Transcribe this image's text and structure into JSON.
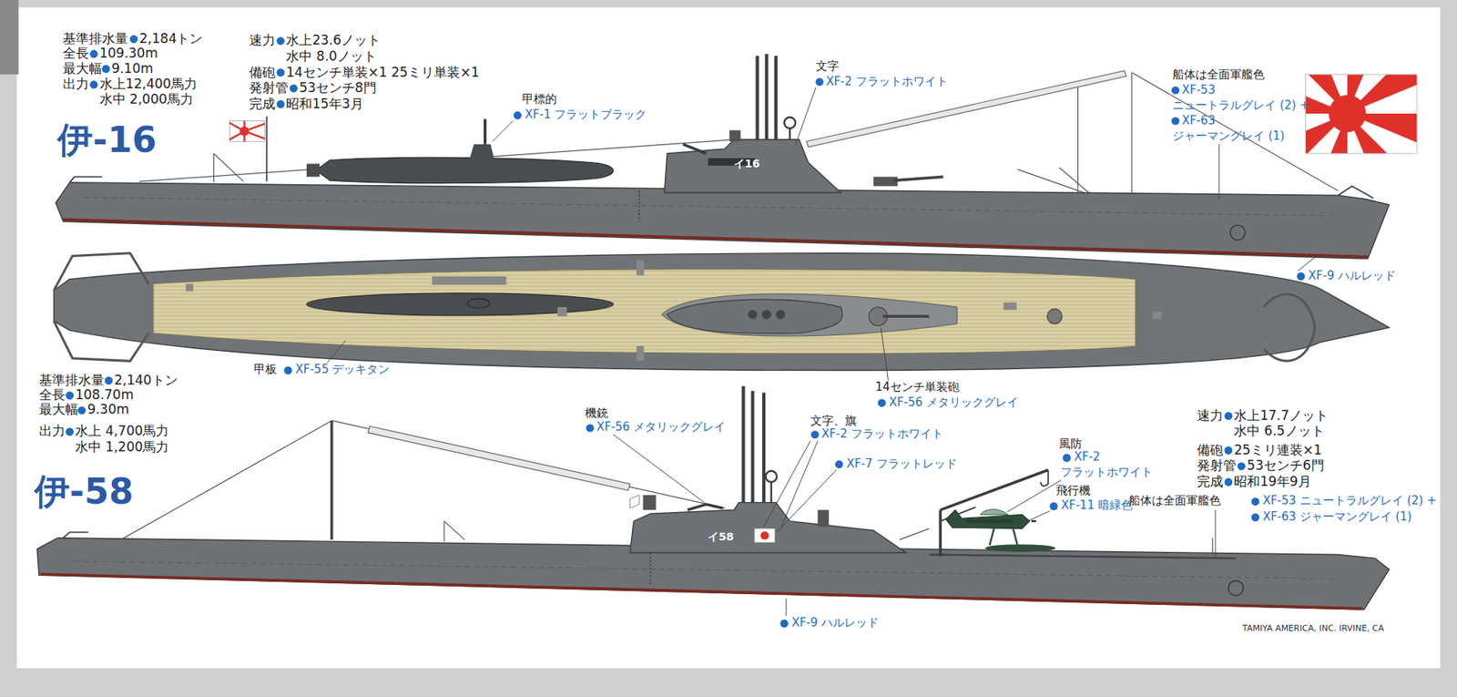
{
  "diagram": {
    "labels": [
      "基準排水量",
      "2,184トン",
      "全長",
      "109.30m",
      "最大幅",
      "9.10m",
      "出力",
      "水上12,400馬力",
      "水中 2,000馬力",
      "速力",
      "水上23.6ノット",
      "水中 8.0ノット",
      "備砲",
      "14センチ単装×1 25ミリ単装×1",
      "発射管",
      "53センチ8門",
      "完成",
      "昭和15年3月",
      "伊-16",
      "甲標的",
      "XF-1 フラットブラック",
      "文字",
      "XF-2 フラットホワイト",
      "船体は全面軍艦色",
      "XF-53",
      "ニュートラルグレイ (2) +",
      "XF-63",
      "ジャーマングレイ (1)",
      "XF-9 ハルレッド",
      "甲板",
      "XF-55 デッキタン",
      "14センチ単装砲",
      "XF-56 メタリックグレイ",
      "イ16",
      "基準排水量",
      "2,140トン",
      "全長",
      "108.70m",
      "最大幅",
      "9.30m",
      "出力",
      "水上 4,700馬力",
      "水中 1,200馬力",
      "伊-58",
      "速力",
      "水上17.7ノット",
      "水中 6.5ノット",
      "備砲",
      "25ミリ連装×1",
      "発射管",
      "53センチ6門",
      "完成",
      "昭和19年9月",
      "機銃",
      "XF-56 メタリックグレイ",
      "文字、旗",
      "XF-2 フラットホワイト",
      "XF-7 フラットレッド",
      "風防",
      "XF-2",
      "フラットホワイト",
      "飛行機",
      "XF-11 暗緑色",
      "船体は全面軍艦色",
      "XF-53 ニュートラルグレイ (2) +",
      "XF-63 ジャーマングレイ (1)",
      "XF-9 ハルレッド",
      "イ58",
      "TAMIYA AMERICA, INC. IRVINE, CA"
    ]
  }
}
